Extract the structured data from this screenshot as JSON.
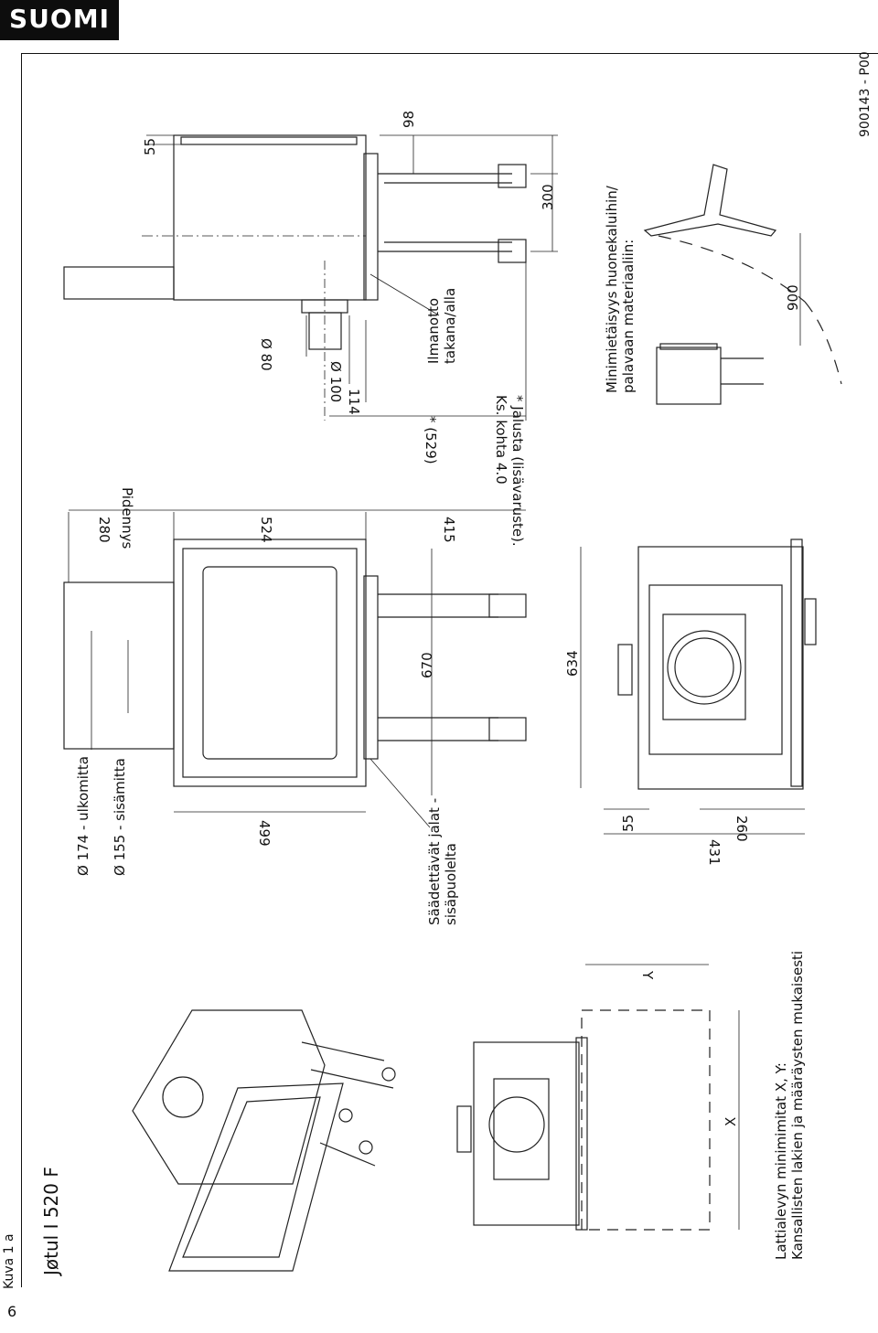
{
  "header": {
    "language": "SUOMI"
  },
  "page": {
    "number": "6",
    "figure_label": "Kuva 1 a",
    "product": "Jøtul I 520 F",
    "doc_code": "900143 - P00"
  },
  "dimensions": {
    "d55_top": "55",
    "d98": "98",
    "d300": "300",
    "d900": "900",
    "d114": "114",
    "d100": "Ø 100",
    "d80": "Ø 80",
    "d529": "* (529)",
    "d280": "280",
    "d524": "524",
    "d415": "415",
    "d670": "670",
    "d634": "634",
    "d499": "499",
    "d55_mid": "55",
    "d260": "260",
    "d431": "431",
    "dY": "Y",
    "dX": "X"
  },
  "labels": {
    "ilmanotto_1": "Ilmanotto",
    "ilmanotto_2": "takana/alla",
    "min_dist_1": "Minimietäisyys huonekaluihin/",
    "min_dist_2": "palavaan materiaaliin:",
    "pidennys": "Pidennys",
    "jalusta_1": "* Jalusta (lisävaruste).",
    "jalusta_2": "Ks. kohta 4.0",
    "outer_dim": "Ø 174 - ulkomitta",
    "inner_dim": "Ø 155 - sisämitta",
    "legs_1": "Säädettävät jalat -",
    "legs_2": "sisäpuolelta",
    "floor_1": "Lattialevyn minimimitat X, Y:",
    "floor_2": "Kansallisten lakien ja määräysten mukaisesti"
  }
}
